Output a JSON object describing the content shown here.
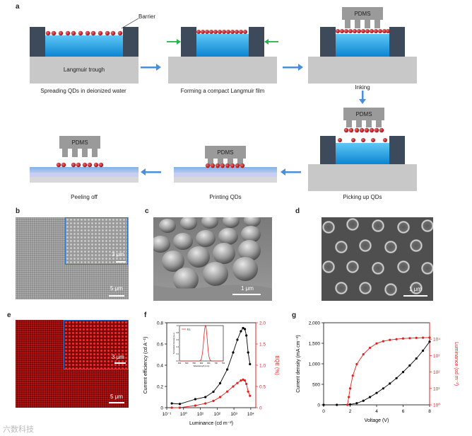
{
  "panel_a": {
    "label": "a",
    "barrier_label": "Barrier",
    "trough_label": "Langmuir trough",
    "pdms_label": "PDMS",
    "steps": [
      "Spreading QDs in deionized water",
      "Forming a compact Langmuir film",
      "Inking",
      "Picking up QDs",
      "Printing QDs",
      "Peeling off"
    ]
  },
  "panel_b": {
    "label": "b",
    "scale_inset": "3 μm",
    "scale_main": "5 μm"
  },
  "panel_c": {
    "label": "c",
    "scale": "1 μm"
  },
  "panel_d": {
    "label": "d",
    "scale": "1 μm"
  },
  "panel_e": {
    "label": "e",
    "scale_inset": "3 μm",
    "scale_main": "5 μm"
  },
  "panel_f": {
    "label": "f"
  },
  "panel_g": {
    "label": "g"
  },
  "watermark": "六数科技",
  "colors": {
    "qd_red": "#c8102e",
    "water_blue": "#1e9be0",
    "arrow_blue": "#4a90d9",
    "grey": "#b5b5b5",
    "dark_wall": "#3d4a5c"
  },
  "chart_data": [
    {
      "panel": "f",
      "type": "line",
      "xlabel": "Luminance (cd m⁻²)",
      "ylabel": "Current efficiency (cd A⁻¹)",
      "y2label": "EQE (%)",
      "xscale": "log",
      "xlim": [
        0.1,
        20000
      ],
      "ylim": [
        0,
        0.8
      ],
      "y2lim": [
        0,
        2.0
      ],
      "xticks": [
        "10⁻¹",
        "10⁰",
        "10¹",
        "10²",
        "10³",
        "10⁴"
      ],
      "yticks": [
        "0",
        "0.2",
        "0.4",
        "0.6",
        "0.8"
      ],
      "y2ticks": [
        "0",
        "0.5",
        "1.0",
        "1.5",
        "2.0"
      ],
      "series": [
        {
          "axis": "left",
          "color": "#000000",
          "x": [
            0.2,
            0.6,
            5,
            20,
            60,
            150,
            400,
            900,
            1600,
            2600,
            3500,
            4500,
            5500,
            7000,
            9000
          ],
          "y": [
            0.04,
            0.035,
            0.08,
            0.1,
            0.15,
            0.23,
            0.36,
            0.52,
            0.64,
            0.72,
            0.75,
            0.74,
            0.68,
            0.52,
            0.41
          ]
        },
        {
          "axis": "right",
          "color": "#e02020",
          "x": [
            0.2,
            0.6,
            5,
            20,
            60,
            150,
            400,
            900,
            1600,
            2600,
            3500,
            4500,
            5500,
            7000,
            9000
          ],
          "y": [
            0.0,
            0.0,
            0.05,
            0.1,
            0.16,
            0.25,
            0.38,
            0.5,
            0.58,
            0.64,
            0.66,
            0.64,
            0.56,
            0.38,
            0.28
          ]
        }
      ],
      "inset": {
        "xlabel": "Wavelength (nm)",
        "ylabel": "Normalized intensity (a.u.)",
        "xlim": [
          450,
          750
        ],
        "ylim": [
          0,
          1.0
        ],
        "xticks": [
          "450",
          "500",
          "550",
          "600",
          "650",
          "700",
          "750"
        ],
        "yticks": [
          "0.0",
          "0.2",
          "0.4",
          "0.6",
          "0.8",
          "1.0"
        ],
        "legend": "EL",
        "peak_nm": 628
      }
    },
    {
      "panel": "g",
      "type": "line",
      "xlabel": "Voltage (V)",
      "ylabel": "Current density (mA cm⁻²)",
      "y2label": "Luminance (cd m⁻²)",
      "xlim": [
        0,
        8
      ],
      "ylim": [
        0,
        2000
      ],
      "y2lim": [
        1,
        100000
      ],
      "y2scale": "log",
      "xticks": [
        "0",
        "2",
        "4",
        "6",
        "8"
      ],
      "yticks": [
        "0",
        "500",
        "1,000",
        "1,500",
        "2,000"
      ],
      "y2ticks": [
        "10⁰",
        "10¹",
        "10²",
        "10³",
        "10⁴"
      ],
      "series": [
        {
          "axis": "left",
          "color": "#000000",
          "x": [
            0,
            1,
            2,
            2.5,
            3,
            3.5,
            4,
            4.5,
            5,
            5.5,
            6,
            6.5,
            7,
            7.5,
            8
          ],
          "y": [
            0,
            0,
            10,
            40,
            100,
            190,
            290,
            400,
            520,
            650,
            800,
            960,
            1130,
            1320,
            1540
          ]
        },
        {
          "axis": "right",
          "color": "#e02020",
          "x": [
            1.8,
            1.9,
            2.0,
            2.2,
            2.5,
            3,
            3.5,
            4,
            4.5,
            5,
            5.5,
            6,
            6.5,
            7,
            7.5,
            8
          ],
          "y": [
            1,
            3,
            10,
            60,
            300,
            1200,
            3000,
            5500,
            7500,
            9000,
            10000,
            11000,
            11500,
            12000,
            12300,
            12500
          ]
        }
      ]
    }
  ]
}
